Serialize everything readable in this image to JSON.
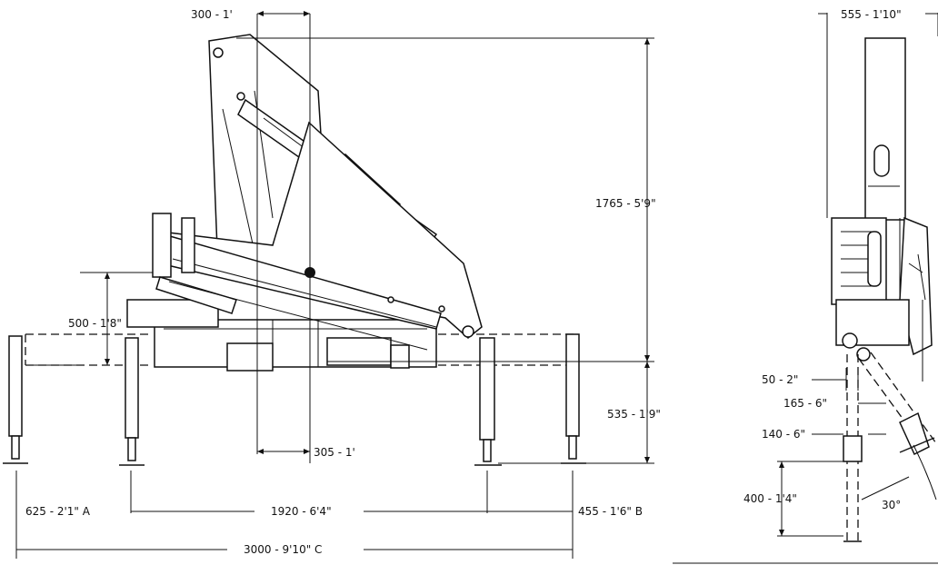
{
  "side_view": {
    "top_offset": "300 - 1'",
    "height_total": "1765 - 5'9\"",
    "base_height": "500 - 1'8\"",
    "ground_clearance": "535 - 1'9\"",
    "column_offset": "305 - 1'",
    "left_span": "625 - 2'1\" A",
    "main_span": "1920 - 6'4\"",
    "right_span": "455 - 1'6\" B",
    "total_span": "3000 - 9'10\" C"
  },
  "end_view": {
    "width_top": "555 - 1'10\"",
    "offset_a": "50 - 2\"",
    "offset_b": "165 - 6\"",
    "offset_c": "140 - 6\"",
    "foot_height": "400 - 1'4\"",
    "angle": "30°"
  }
}
